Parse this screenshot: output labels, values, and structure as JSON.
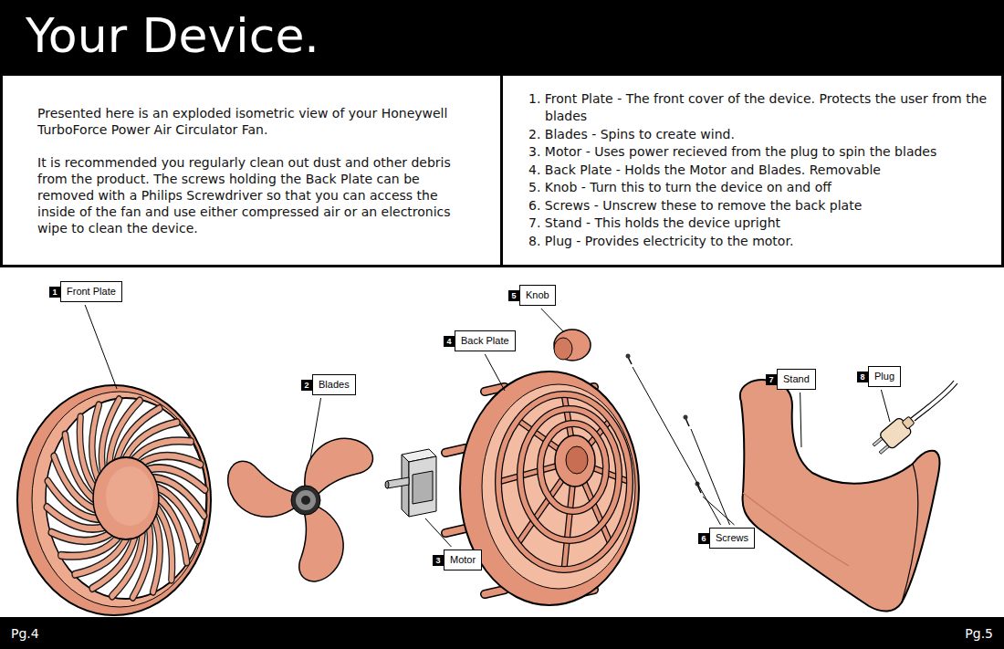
{
  "diagram": {
    "title": "Your Device.",
    "nodes": [
      {
        "text": [
          "Presented here is an exploded isometric view of your Honeywell TurboForce Power Air Circulator Fan.",
          "It is recommended you regularly clean out dust and other debris from the product. The screws holding the Back Plate can be removed with a Philips Screwdriver so that you can access the inside of the fan and use either compressed air or an electronics wipe to clean the device."
        ]
      },
      {
        "text": [
          "1. Front Plate - The front cover of the device. Protects the user from the blades",
          "2. Blades - Spins to create wind.",
          "3. Motor - Uses power recieved from the plug to spin the blades",
          "4. Back Plate - Holds the Motor and Blades. Removable",
          "5. Knob - Turn this to turn the device on and off",
          "6. Screws - Unscrew these to remove the back plate",
          "7. Stand - This holds the device upright",
          "8. Plug - Provides electricity to the motor."
        ]
      },
      {
        "text": [
          "1",
          "Front Plate"
        ]
      },
      {
        "text": [
          "2",
          "Blades"
        ]
      },
      {
        "text": [
          "3",
          "Motor"
        ]
      },
      {
        "text": [
          "4",
          "Back Plate"
        ]
      },
      {
        "text": [
          "5",
          "Knob"
        ]
      },
      {
        "text": [
          "6",
          "Screws"
        ]
      },
      {
        "text": [
          "7",
          "Stand"
        ]
      },
      {
        "text": [
          "8",
          "Plug"
        ]
      }
    ],
    "labels": [
      "Pg.4",
      "Pg.5"
    ]
  }
}
